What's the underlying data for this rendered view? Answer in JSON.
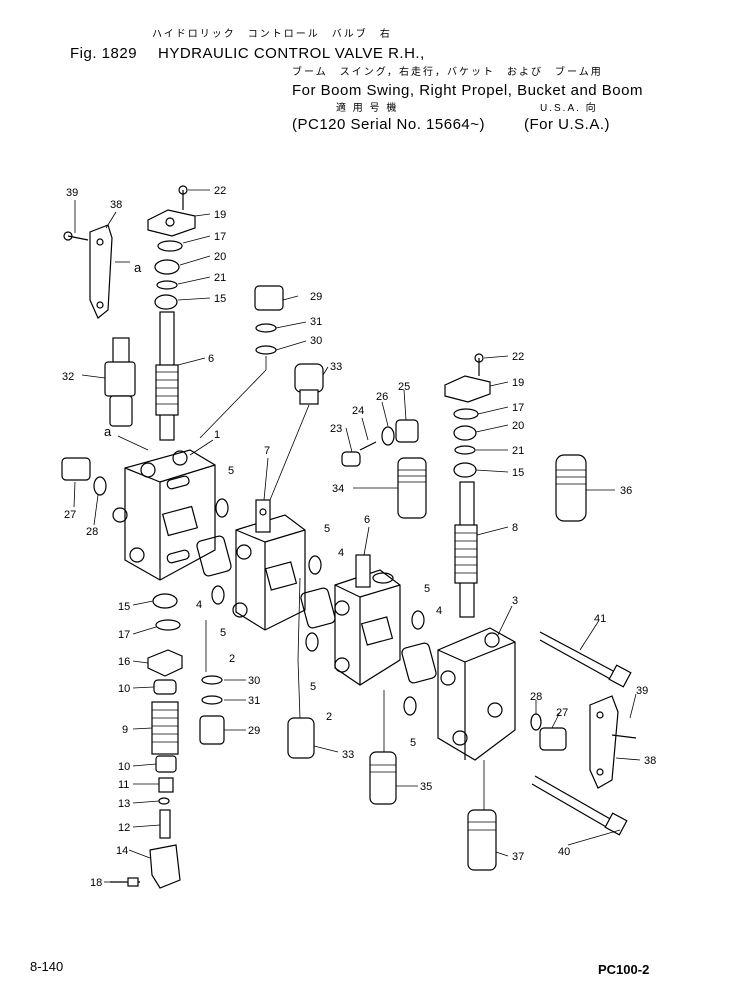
{
  "header": {
    "jp_title": "ハイドロリック　コントロール　バルブ　右",
    "fig_label": "Fig. 1829",
    "title": "HYDRAULIC CONTROL VALVE R.H.,",
    "jp_subtitle": "ブーム　スイング，右走行，バケット　および　ブーム用",
    "subtitle": "For Boom Swing, Right Propel, Bucket and Boom",
    "jp_applicable": "適 用 号 機",
    "serial": "(PC120 Serial No. 15664~)",
    "jp_usa": "U.S.A. 向",
    "usa": "(For U.S.A.)"
  },
  "footer": {
    "page": "8-140",
    "model": "PC100-2"
  },
  "callouts": {
    "n1": "1",
    "n2": "2",
    "n3": "3",
    "n4": "4",
    "n5": "5",
    "n6": "6",
    "n7": "7",
    "n8": "8",
    "n9": "9",
    "n10": "10",
    "n11": "11",
    "n12": "12",
    "n13": "13",
    "n14": "14",
    "n15": "15",
    "n16": "16",
    "n17": "17",
    "n18": "18",
    "n19": "19",
    "n20": "20",
    "n21": "21",
    "n22": "22",
    "n23": "23",
    "n24": "24",
    "n25": "25",
    "n26": "26",
    "n27": "27",
    "n28": "28",
    "n29": "29",
    "n30": "30",
    "n31": "31",
    "n32": "32",
    "n33": "33",
    "n34": "34",
    "n35": "35",
    "n36": "36",
    "n37": "37",
    "n38": "38",
    "n39": "39",
    "n40": "40",
    "n41": "41",
    "a": "a"
  }
}
